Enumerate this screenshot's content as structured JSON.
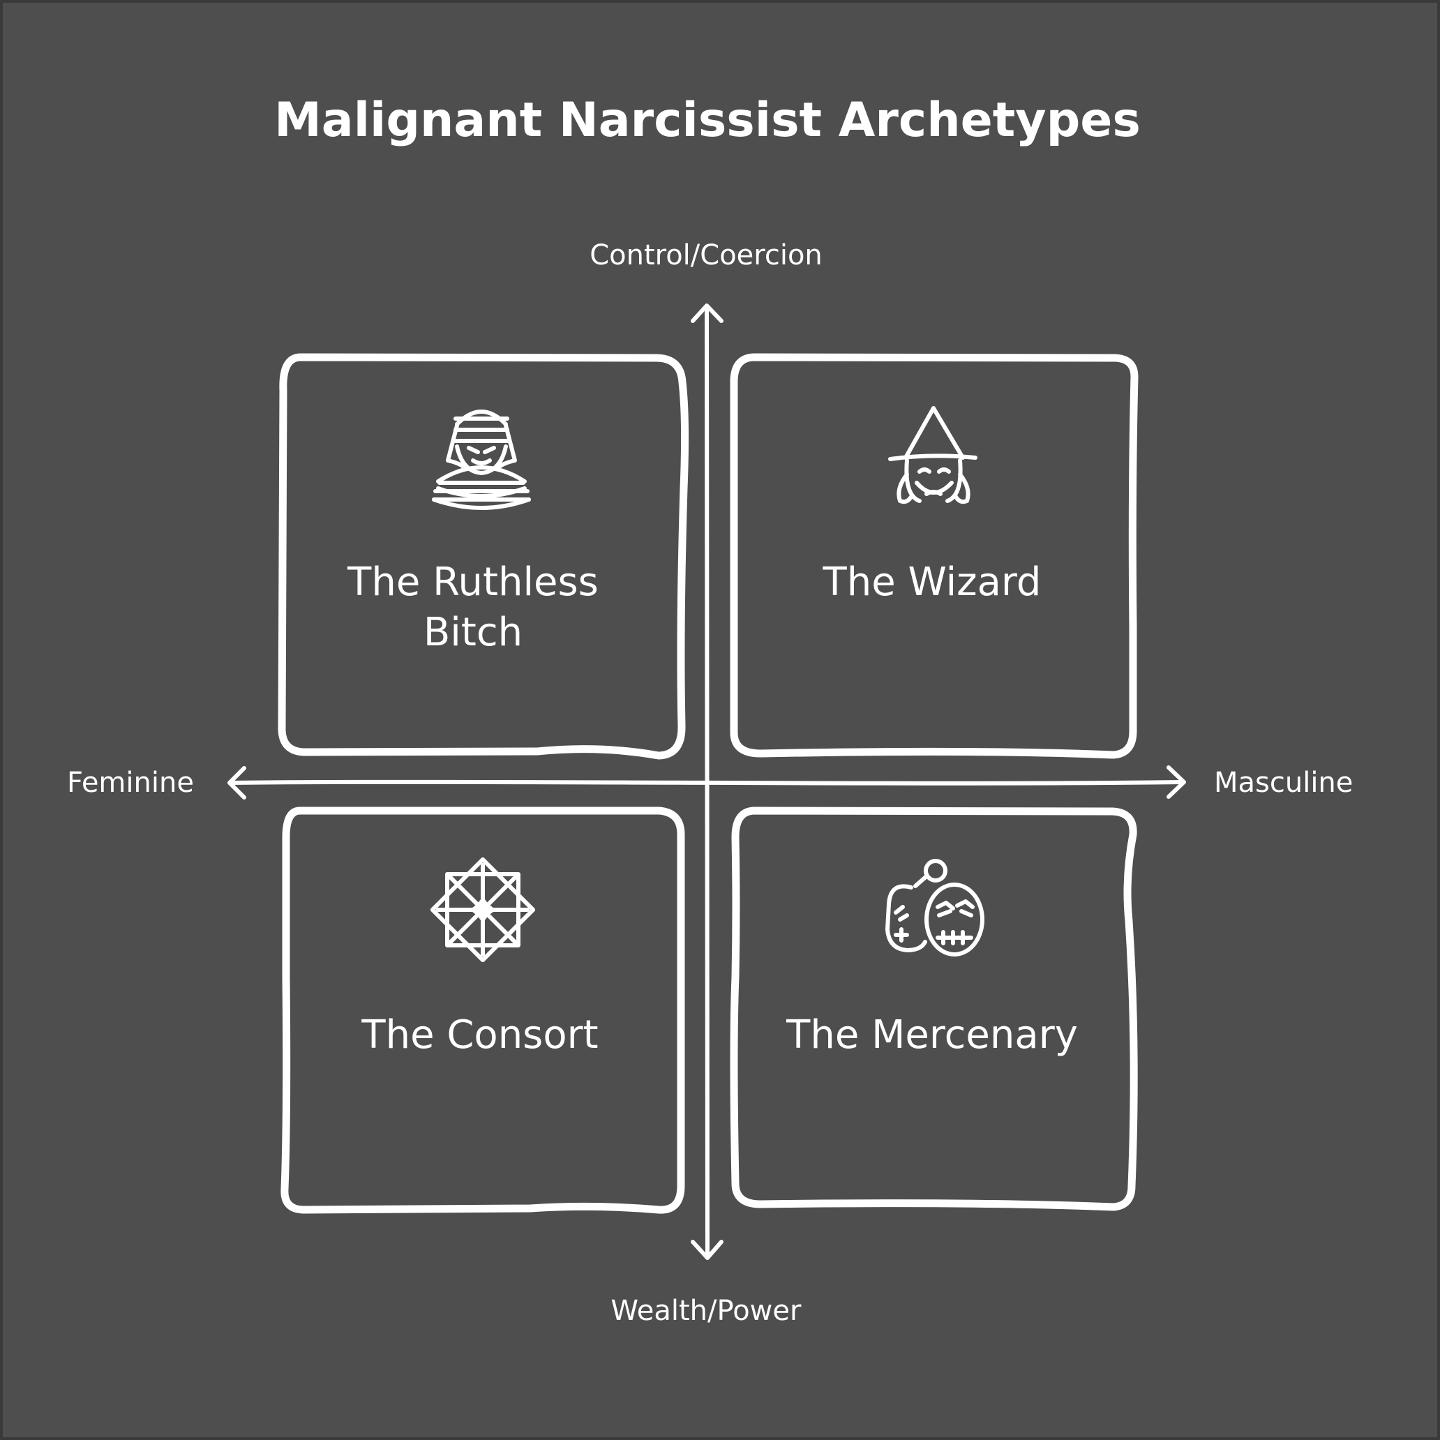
{
  "title": "Malignant Narcissist Archetypes",
  "axes": {
    "top": "Control/Coercion",
    "bottom": "Wealth/Power",
    "left": "Feminine",
    "right": "Masculine"
  },
  "quadrants": [
    {
      "lines": [
        "The Ruthless",
        "Bitch"
      ],
      "icon": "ruthless-woman-icon"
    },
    {
      "lines": [
        "The Wizard"
      ],
      "icon": "wizard-icon"
    },
    {
      "lines": [
        "The Consort"
      ],
      "icon": "star-ornament-icon"
    },
    {
      "lines": [
        "The Mercenary"
      ],
      "icon": "mercenary-heads-icon"
    }
  ],
  "colors": {
    "background": "#4e4e4e",
    "ink": "#ffffff",
    "frame": "#3a3a3a"
  }
}
